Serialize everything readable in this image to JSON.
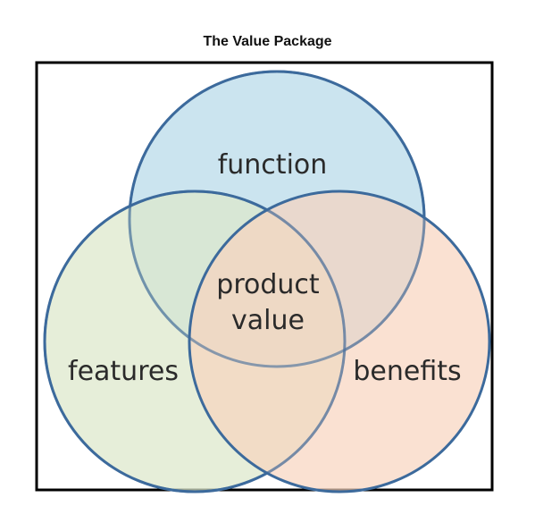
{
  "diagram": {
    "title": "The Value Package",
    "circles": [
      {
        "id": "function",
        "label": "function",
        "fill": "#bcdcea",
        "stroke": "#3c6a9c"
      },
      {
        "id": "features",
        "label": "features",
        "fill": "#dce7cb",
        "stroke": "#3c6a9c"
      },
      {
        "id": "benefits",
        "label": "benefits",
        "fill": "#f7d3bd",
        "stroke": "#3c6a9c"
      }
    ],
    "center": {
      "line1": "product",
      "line2": "value"
    },
    "frame_color": "#000000"
  }
}
